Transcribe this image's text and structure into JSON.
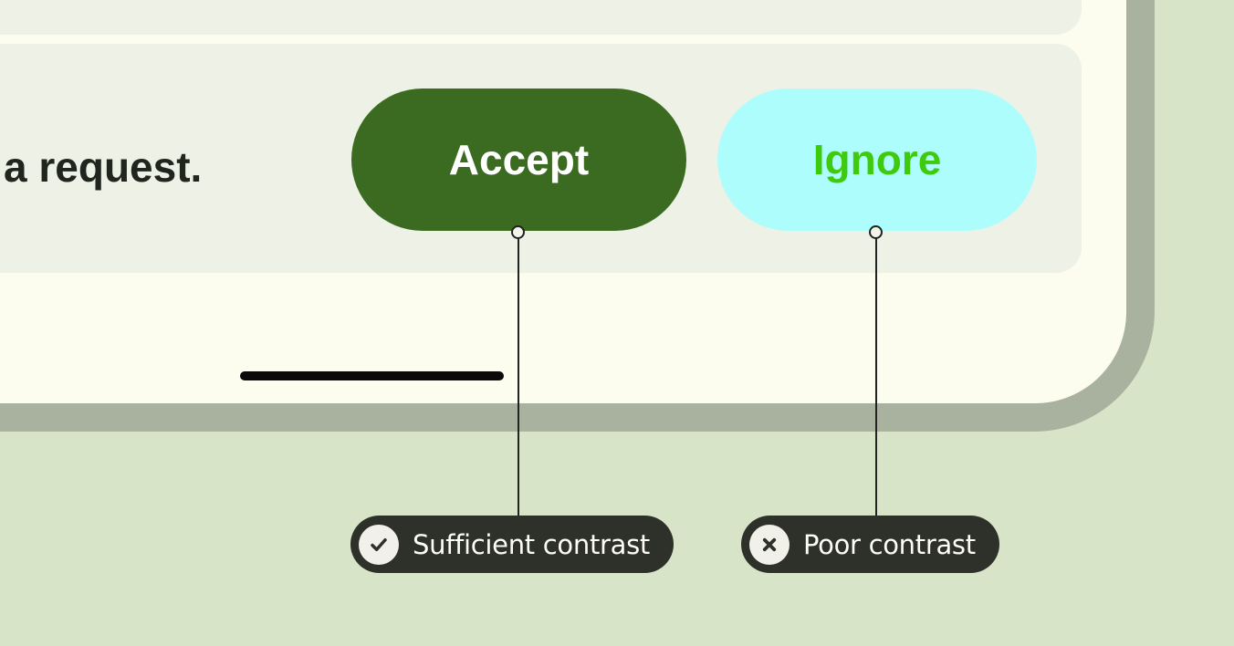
{
  "message": {
    "text": "a request."
  },
  "accept_button": {
    "label": "Accept"
  },
  "ignore_button": {
    "label": "Ignore"
  },
  "annotations": {
    "sufficient": {
      "label": "Sufficient contrast",
      "icon": "check-circle"
    },
    "poor": {
      "label": "Poor contrast",
      "icon": "x-circle"
    }
  },
  "colors": {
    "background": "#d8e4c8",
    "frame": "#a9b29f",
    "screen": "#fcfdef",
    "panel": "#eef1e6",
    "message_text": "#20251e",
    "accept_bg": "#3a6b20",
    "accept_text": "#ffffff",
    "ignore_bg": "#aefdfd",
    "ignore_text": "#3ecb0d",
    "home_bar": "#0a0a0a",
    "connector": "#222222",
    "chip_bg": "#2e312a",
    "chip_text": "#fdfcf5",
    "chip_icon_bg": "#f2f1e9"
  }
}
